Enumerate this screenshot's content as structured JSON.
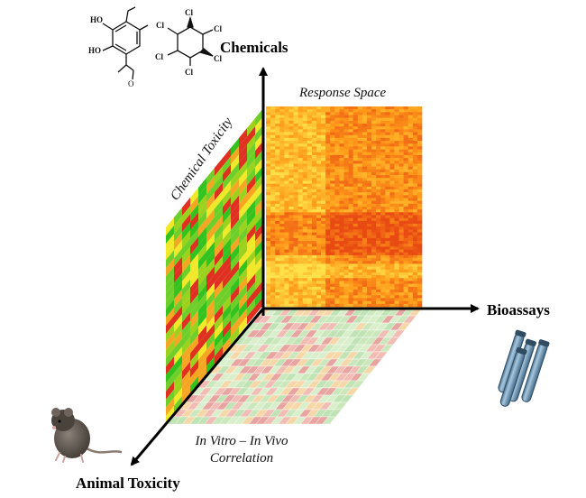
{
  "axes": {
    "chemicals": "Chemicals",
    "bioassays": "Bioassays",
    "animal_toxicity": "Animal Toxicity"
  },
  "panels": {
    "response_space": "Response Space",
    "chemical_toxicity": "Chemical Toxicity",
    "correlation_line1": "In Vitro – In Vivo",
    "correlation_line2": "Correlation"
  },
  "molecules": {
    "left_labels": [
      "HO",
      "HO",
      "O"
    ],
    "right_labels": [
      "Cl",
      "Cl",
      "Cl",
      "Cl",
      "Cl",
      "Cl"
    ]
  },
  "colors": {
    "heat_low": "#ffe24a",
    "heat_mid": "#ff9c1a",
    "heat_high": "#e84a12",
    "tox_red": "#e03020",
    "tox_green": "#33c21e",
    "tox_yellow": "#f2e82a",
    "tube_blue": "#6d98b8"
  },
  "icons": [
    "rat-icon",
    "test-tubes-icon",
    "molecule-icon"
  ]
}
